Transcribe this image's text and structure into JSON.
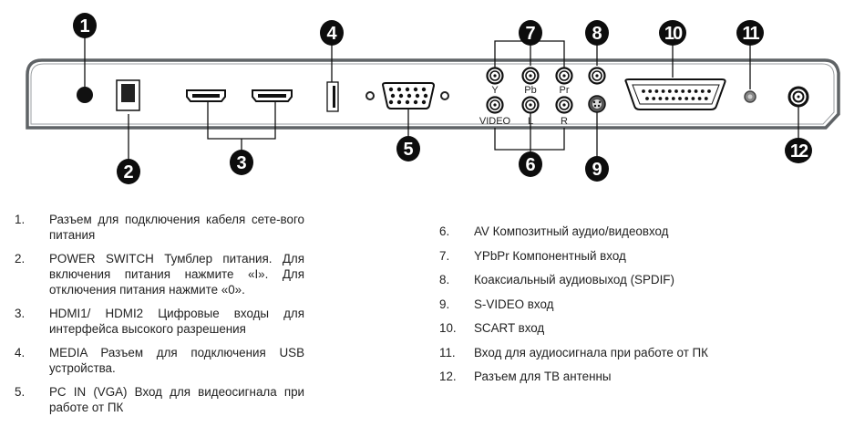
{
  "diagram": {
    "title": "TV rear panel connectors",
    "jack_labels": {
      "y": "Y",
      "pb": "Pb",
      "pr": "Pr",
      "video": "VIDEO",
      "l": "L",
      "r": "R"
    },
    "callouts": [
      "1",
      "2",
      "3",
      "4",
      "5",
      "6",
      "7",
      "8",
      "9",
      "10",
      "11",
      "12"
    ],
    "colors": {
      "panel_border": "#5f6366",
      "badge": "#0d0d0d",
      "line": "#111111"
    }
  },
  "legend": {
    "left": [
      {
        "num": "1.",
        "text": "Разъем для подключения кабеля сете-вого питания"
      },
      {
        "num": "2.",
        "text": "POWER SWITCH Тумблер питания. Для включения питания нажмите «I». Для отключения питания нажмите «0»."
      },
      {
        "num": "3.",
        "text": "HDMI1/ HDMI2 Цифровые входы для интерфейса высокого разрешения"
      },
      {
        "num": "4.",
        "text": "MEDIA Разъем для подключения USB устройства."
      },
      {
        "num": "5.",
        "text": "PC IN (VGA) Вход для видеосигнала при работе от ПК"
      }
    ],
    "right": [
      {
        "num": "6.",
        "text": "AV Композитный аудио/видеовход"
      },
      {
        "num": "7.",
        "text": "YPbPr Компонентный вход"
      },
      {
        "num": "8.",
        "text": "Коаксиальный аудиовыход (SPDIF)"
      },
      {
        "num": "9.",
        "text": "S-VIDEO вход"
      },
      {
        "num": "10.",
        "text": "SCART вход"
      },
      {
        "num": "11.",
        "text": "Вход для аудиосигнала при работе от ПК"
      },
      {
        "num": "12.",
        "text": "Разъем для ТВ антенны"
      }
    ]
  }
}
